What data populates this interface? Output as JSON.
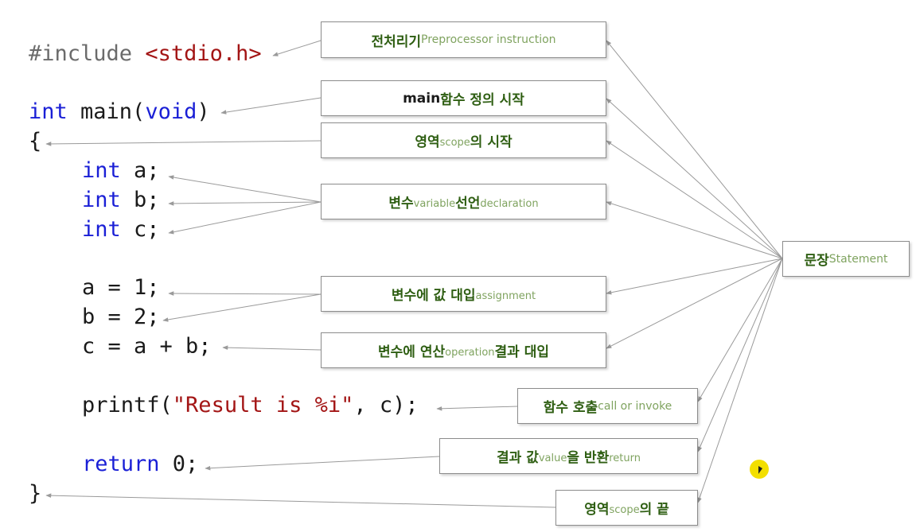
{
  "code_lines": [
    {
      "id": "l1",
      "parts": [
        {
          "t": "#include ",
          "c": "pp"
        },
        {
          "t": "<stdio.h>",
          "c": "str"
        }
      ]
    },
    {
      "id": "l2",
      "parts": [
        {
          "t": "int",
          "c": "kw"
        },
        {
          "t": " main(",
          "c": ""
        },
        {
          "t": "void",
          "c": "kw"
        },
        {
          "t": ")",
          "c": ""
        }
      ]
    },
    {
      "id": "l3",
      "parts": [
        {
          "t": "{",
          "c": ""
        }
      ]
    },
    {
      "id": "l4",
      "parts": [
        {
          "t": "int",
          "c": "kw"
        },
        {
          "t": " a;",
          "c": ""
        }
      ]
    },
    {
      "id": "l5",
      "parts": [
        {
          "t": "int",
          "c": "kw"
        },
        {
          "t": " b;",
          "c": ""
        }
      ]
    },
    {
      "id": "l6",
      "parts": [
        {
          "t": "int",
          "c": "kw"
        },
        {
          "t": " c;",
          "c": ""
        }
      ]
    },
    {
      "id": "l7",
      "parts": [
        {
          "t": "a = 1;",
          "c": ""
        }
      ]
    },
    {
      "id": "l8",
      "parts": [
        {
          "t": "b = 2;",
          "c": ""
        }
      ]
    },
    {
      "id": "l9",
      "parts": [
        {
          "t": "c = a + b;",
          "c": ""
        }
      ]
    },
    {
      "id": "l10",
      "parts": [
        {
          "t": "printf(",
          "c": ""
        },
        {
          "t": "\"Result is %i\"",
          "c": "str"
        },
        {
          "t": ", c);",
          "c": ""
        }
      ]
    },
    {
      "id": "l11",
      "parts": [
        {
          "t": "return",
          "c": "kw"
        },
        {
          "t": " 0;",
          "c": ""
        }
      ]
    },
    {
      "id": "l12",
      "parts": [
        {
          "t": "}",
          "c": ""
        }
      ]
    }
  ],
  "labels": [
    {
      "id": "preprocessor",
      "parts": [
        {
          "t": "전처리기 ",
          "c": "ko"
        },
        {
          "t": "Preprocessor instruction",
          "c": "en"
        }
      ]
    },
    {
      "id": "main-start",
      "parts": [
        {
          "t": "main ",
          "c": "ko-dark"
        },
        {
          "t": "함수 정의 시작",
          "c": "ko"
        }
      ]
    },
    {
      "id": "scope-start",
      "parts": [
        {
          "t": "영역",
          "c": "ko"
        },
        {
          "t": "scope",
          "c": "en-sub"
        },
        {
          "t": "의 시작",
          "c": "ko"
        }
      ]
    },
    {
      "id": "var-decl",
      "parts": [
        {
          "t": "변수",
          "c": "ko"
        },
        {
          "t": "variable",
          "c": "en-sub"
        },
        {
          "t": " 선언",
          "c": "ko"
        },
        {
          "t": "declaration",
          "c": "en-sub"
        }
      ]
    },
    {
      "id": "assign",
      "parts": [
        {
          "t": "변수에 값 대입",
          "c": "ko"
        },
        {
          "t": "assignment",
          "c": "en-sub"
        }
      ]
    },
    {
      "id": "operation",
      "parts": [
        {
          "t": "변수에 연산",
          "c": "ko"
        },
        {
          "t": "operation",
          "c": "en-sub"
        },
        {
          "t": " 결과 대입",
          "c": "ko"
        }
      ]
    },
    {
      "id": "call",
      "parts": [
        {
          "t": "함수 호출 ",
          "c": "ko"
        },
        {
          "t": "call or invoke",
          "c": "en"
        }
      ]
    },
    {
      "id": "return",
      "parts": [
        {
          "t": "결과 값",
          "c": "ko"
        },
        {
          "t": "value",
          "c": "en-sub"
        },
        {
          "t": "을 반환",
          "c": "ko"
        },
        {
          "t": "return",
          "c": "en-sub"
        }
      ]
    },
    {
      "id": "scope-end",
      "parts": [
        {
          "t": "영역",
          "c": "ko"
        },
        {
          "t": "scope",
          "c": "en-sub"
        },
        {
          "t": "의 끝",
          "c": "ko"
        }
      ]
    },
    {
      "id": "statement",
      "parts": [
        {
          "t": "문장 ",
          "c": "ko"
        },
        {
          "t": "Statement",
          "c": "en"
        }
      ]
    }
  ],
  "colors": {
    "keyword": "#1a1fd6",
    "string": "#a31515",
    "label_ko": "#2e5e12",
    "label_en": "#7fa35f",
    "arrow": "#9a9a9a"
  }
}
